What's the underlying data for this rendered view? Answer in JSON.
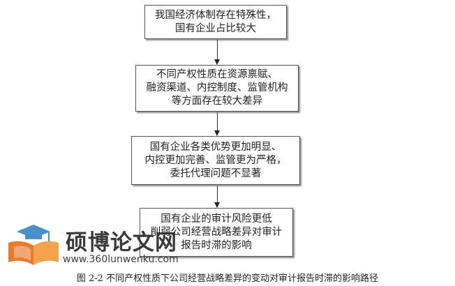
{
  "flowchart": {
    "box1": {
      "lines": [
        "我国经济体制存在特殊性，",
        "国有企业占比较大"
      ]
    },
    "box2": {
      "lines": [
        "不同产权性质在资源禀赋、",
        "融资渠道、内控制度、监管机构",
        "等方面存在较大差异"
      ]
    },
    "box3": {
      "lines": [
        "国有企业各类优势更加明显、",
        "内控更加完善、监管更为严格，",
        "委托代理问题不显著"
      ]
    },
    "box4": {
      "lines": [
        "国有企业的审计风险更低",
        "削弱公司经营战略差异对审计",
        "报告时滞的影响"
      ]
    }
  },
  "watermark": {
    "name": "硕博论文网",
    "url": "www.360lunwenku.com",
    "colors": {
      "cap": "#4a90c8",
      "book_left": "#e87a2c",
      "book_right": "#f3a24d"
    }
  },
  "caption": "图 2-2  不同产权性质下公司经营战略差异的变动对审计报告时滞的影响路径"
}
